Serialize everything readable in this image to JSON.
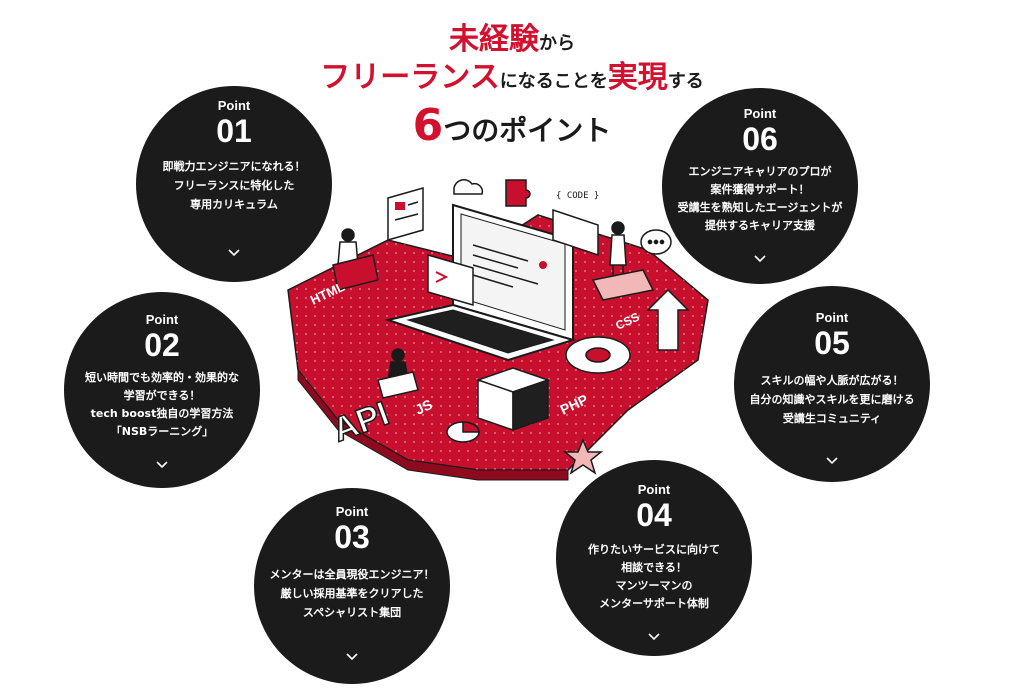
{
  "title": {
    "line1_red": "未経験",
    "line1_rest": "から",
    "line2_red": "フリーランス",
    "line2_mid": "になることを",
    "line2_red2": "実現",
    "line2_rest": "する",
    "line3_num": "6",
    "line3_rest": "つのポイント"
  },
  "points": [
    {
      "label": "Point",
      "num": "01",
      "lines": [
        "即戦力エンジニアになれる！",
        "フリーランスに特化した",
        "専用カリキュラム"
      ]
    },
    {
      "label": "Point",
      "num": "02",
      "lines": [
        "短い時間でも効率的・効果的な",
        "学習ができる！",
        "tech boost独自の学習方法",
        "「NSBラーニング」"
      ]
    },
    {
      "label": "Point",
      "num": "03",
      "lines": [
        "メンターは全員現役エンジニア！",
        "厳しい採用基準をクリアした",
        "スペシャリスト集団"
      ]
    },
    {
      "label": "Point",
      "num": "04",
      "lines": [
        "作りたいサービスに向けて",
        "相談できる！",
        "マンツーマンの",
        "メンターサポート体制"
      ]
    },
    {
      "label": "Point",
      "num": "05",
      "lines": [
        "スキルの幅や人脈が広がる！",
        "自分の知識やスキルを更に磨ける",
        "受講生コミュニティ"
      ]
    },
    {
      "label": "Point",
      "num": "06",
      "lines": [
        "エンジニアキャリアのプロが",
        "案件獲得サポート！",
        "受講生を熟知したエージェントが",
        "提供するキャリア支援"
      ]
    }
  ],
  "illustration": {
    "code_tag": "{ CODE }",
    "tags": [
      "HTML",
      "CSS",
      "JS",
      "PHP",
      "API"
    ]
  },
  "colors": {
    "accent": "#d3102e",
    "circle": "#1b1b1b"
  }
}
